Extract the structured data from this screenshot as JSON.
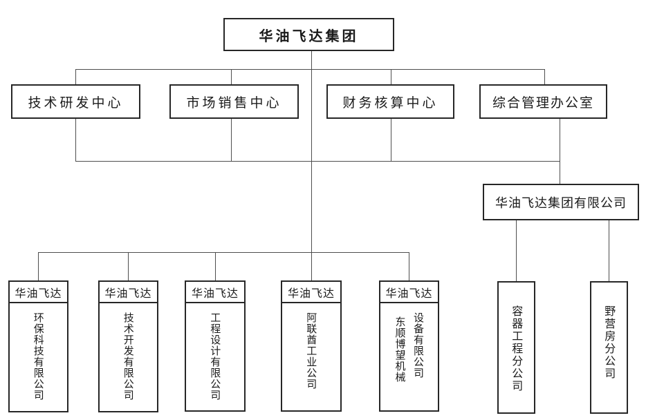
{
  "org_chart": {
    "root_label": "华油飞达集团",
    "departments": [
      {
        "label": "技术研发中心"
      },
      {
        "label": "市场销售中心"
      },
      {
        "label": "财务核算中心"
      },
      {
        "label": "综合管理办公室"
      }
    ],
    "group_company_label": "华油飞达集团有限公司",
    "subsidiaries": [
      {
        "header": "华油飞达",
        "name": "环保科技有限公司"
      },
      {
        "header": "华油飞达",
        "name": "技术开发有限公司"
      },
      {
        "header": "华油飞达",
        "name": "工程设计有限公司"
      },
      {
        "header": "华油飞达",
        "name": "阿联酋工业公司"
      },
      {
        "header": "华油飞达",
        "name_left": "东顺博望机械",
        "name_right": "设备有限公司"
      }
    ],
    "branches": [
      {
        "name": "容器工程分公司"
      },
      {
        "name": "野营房分公司"
      }
    ],
    "colors": {
      "background": "#ffffff",
      "box_border": "#262626",
      "connector": "#4d4d4d",
      "text": "#1a1a1a"
    }
  }
}
